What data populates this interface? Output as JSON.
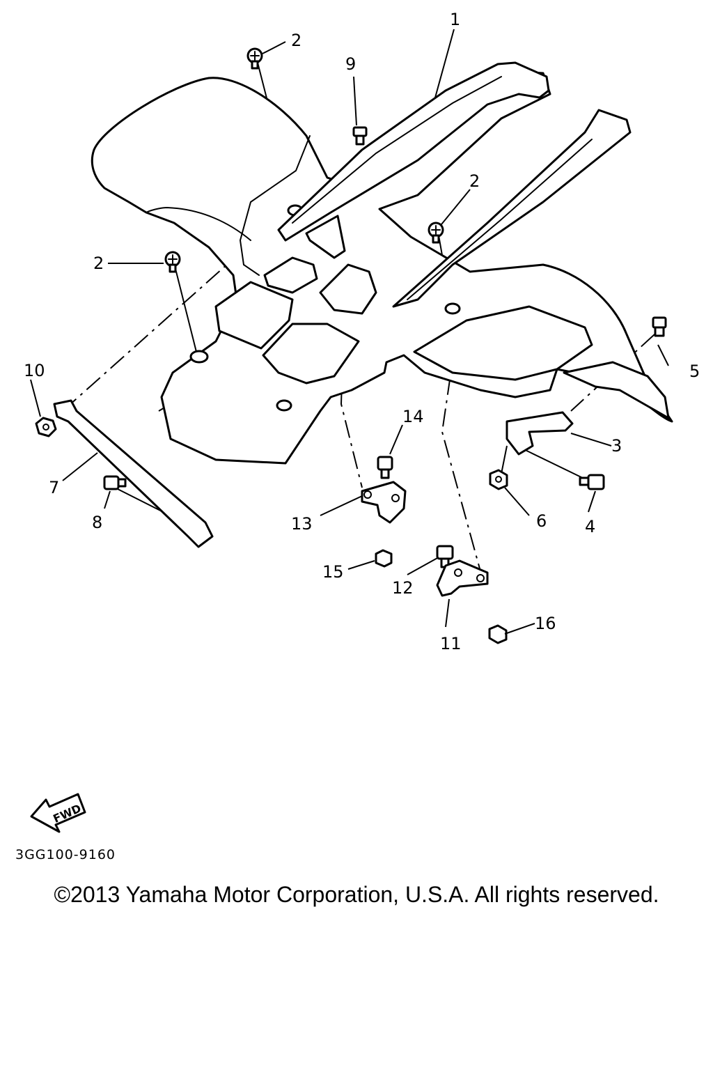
{
  "callouts": [
    {
      "id": "1",
      "text": "1"
    },
    {
      "id": "2a",
      "text": "2"
    },
    {
      "id": "2b",
      "text": "2"
    },
    {
      "id": "2c",
      "text": "2"
    },
    {
      "id": "3",
      "text": "3"
    },
    {
      "id": "4",
      "text": "4"
    },
    {
      "id": "5",
      "text": "5"
    },
    {
      "id": "6",
      "text": "6"
    },
    {
      "id": "7",
      "text": "7"
    },
    {
      "id": "8",
      "text": "8"
    },
    {
      "id": "9",
      "text": "9"
    },
    {
      "id": "10",
      "text": "10"
    },
    {
      "id": "11",
      "text": "11"
    },
    {
      "id": "12",
      "text": "12"
    },
    {
      "id": "13",
      "text": "13"
    },
    {
      "id": "14",
      "text": "14"
    },
    {
      "id": "15",
      "text": "15"
    },
    {
      "id": "16",
      "text": "16"
    }
  ],
  "fwd_label": "FWD",
  "diagram_code": "3GG100-9160",
  "copyright": "©2013 Yamaha Motor Corporation, U.S.A. All rights reserved."
}
